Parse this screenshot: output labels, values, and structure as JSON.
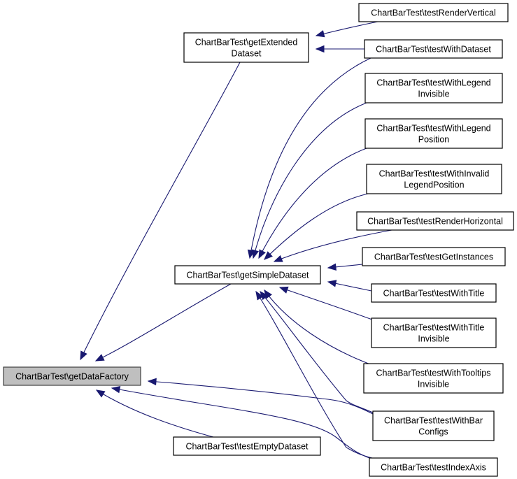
{
  "diagram": {
    "type": "call-graph",
    "edge_color": "#191970",
    "root_fill": "#bfbfbf",
    "nodes": [
      {
        "id": "getDataFactory",
        "lines": [
          "ChartBarTest\\getDataFactory"
        ],
        "root": true
      },
      {
        "id": "getExtendedDataset",
        "lines": [
          "ChartBarTest\\getExtended",
          "Dataset"
        ]
      },
      {
        "id": "getSimpleDataset",
        "lines": [
          "ChartBarTest\\getSimpleDataset"
        ]
      },
      {
        "id": "testEmptyDataset",
        "lines": [
          "ChartBarTest\\testEmptyDataset"
        ]
      },
      {
        "id": "testRenderVertical",
        "lines": [
          "ChartBarTest\\testRenderVertical"
        ]
      },
      {
        "id": "testWithDataset",
        "lines": [
          "ChartBarTest\\testWithDataset"
        ]
      },
      {
        "id": "testWithLegendInvisible",
        "lines": [
          "ChartBarTest\\testWithLegend",
          "Invisible"
        ]
      },
      {
        "id": "testWithLegendPosition",
        "lines": [
          "ChartBarTest\\testWithLegend",
          "Position"
        ]
      },
      {
        "id": "testWithInvalidLegendPosition",
        "lines": [
          "ChartBarTest\\testWithInvalid",
          "LegendPosition"
        ]
      },
      {
        "id": "testRenderHorizontal",
        "lines": [
          "ChartBarTest\\testRenderHorizontal"
        ]
      },
      {
        "id": "testGetInstances",
        "lines": [
          "ChartBarTest\\testGetInstances"
        ]
      },
      {
        "id": "testWithTitle",
        "lines": [
          "ChartBarTest\\testWithTitle"
        ]
      },
      {
        "id": "testWithTitleInvisible",
        "lines": [
          "ChartBarTest\\testWithTitle",
          "Invisible"
        ]
      },
      {
        "id": "testWithTooltipsInvisible",
        "lines": [
          "ChartBarTest\\testWithTooltips",
          "Invisible"
        ]
      },
      {
        "id": "testWithBarConfigs",
        "lines": [
          "ChartBarTest\\testWithBar",
          "Configs"
        ]
      },
      {
        "id": "testIndexAxis",
        "lines": [
          "ChartBarTest\\testIndexAxis"
        ]
      }
    ],
    "edges": [
      {
        "from": "testRenderVertical",
        "to": "getExtendedDataset"
      },
      {
        "from": "testWithDataset",
        "to": "getExtendedDataset"
      },
      {
        "from": "getExtendedDataset",
        "to": "getDataFactory"
      },
      {
        "from": "testWithDataset",
        "to": "getSimpleDataset"
      },
      {
        "from": "testWithLegendInvisible",
        "to": "getSimpleDataset"
      },
      {
        "from": "testWithLegendPosition",
        "to": "getSimpleDataset"
      },
      {
        "from": "testWithInvalidLegendPosition",
        "to": "getSimpleDataset"
      },
      {
        "from": "testRenderHorizontal",
        "to": "getSimpleDataset"
      },
      {
        "from": "testGetInstances",
        "to": "getSimpleDataset"
      },
      {
        "from": "testWithTitle",
        "to": "getSimpleDataset"
      },
      {
        "from": "testWithTitleInvisible",
        "to": "getSimpleDataset"
      },
      {
        "from": "testWithTooltipsInvisible",
        "to": "getSimpleDataset"
      },
      {
        "from": "testWithBarConfigs",
        "to": "getSimpleDataset"
      },
      {
        "from": "testIndexAxis",
        "to": "getSimpleDataset"
      },
      {
        "from": "getSimpleDataset",
        "to": "getDataFactory"
      },
      {
        "from": "testWithBarConfigs",
        "to": "getDataFactory"
      },
      {
        "from": "testIndexAxis",
        "to": "getDataFactory"
      },
      {
        "from": "testEmptyDataset",
        "to": "getDataFactory"
      }
    ]
  }
}
